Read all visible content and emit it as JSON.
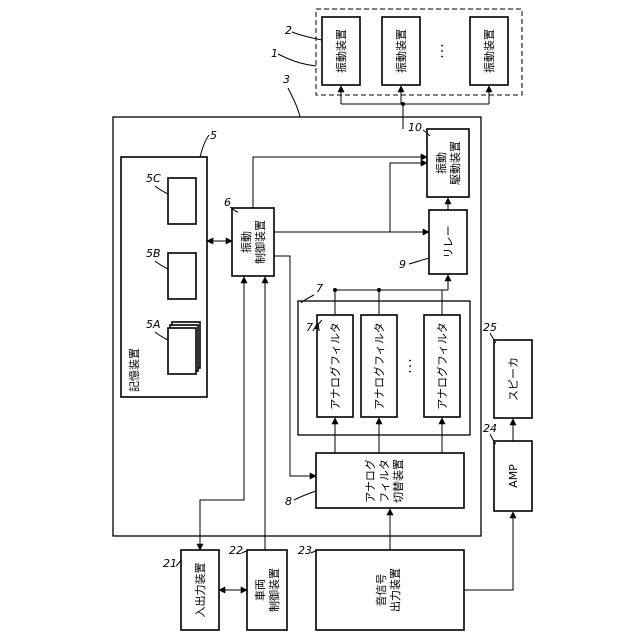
{
  "labels": {
    "vib_device": "振動装置",
    "ellipsis": "･･･",
    "vib_driver_1": "振動",
    "vib_driver_2": "駆動装置",
    "relay": "リレー",
    "vib_ctrl_1": "振動",
    "vib_ctrl_2": "制御装置",
    "storage": "記憶装置",
    "analog_filter": "アナログフィルタ",
    "switch_1": "アナログ",
    "switch_2": "フィルタ",
    "switch_3": "切替装置",
    "speaker": "スピーカ",
    "amp": "AMP",
    "io_device": "入出力装置",
    "vehicle_1": "車両",
    "vehicle_2": "制御装置",
    "audio_1": "音信号",
    "audio_2": "出力装置"
  },
  "refs": {
    "r1": "1",
    "r2": "2",
    "r3": "3",
    "r5": "5",
    "r5a": "5A",
    "r5b": "5B",
    "r5c": "5C",
    "r6": "6",
    "r7": "7",
    "r7a": "7A",
    "r8": "8",
    "r9": "9",
    "r10": "10",
    "r21": "21",
    "r22": "22",
    "r23": "23",
    "r24": "24",
    "r25": "25"
  }
}
